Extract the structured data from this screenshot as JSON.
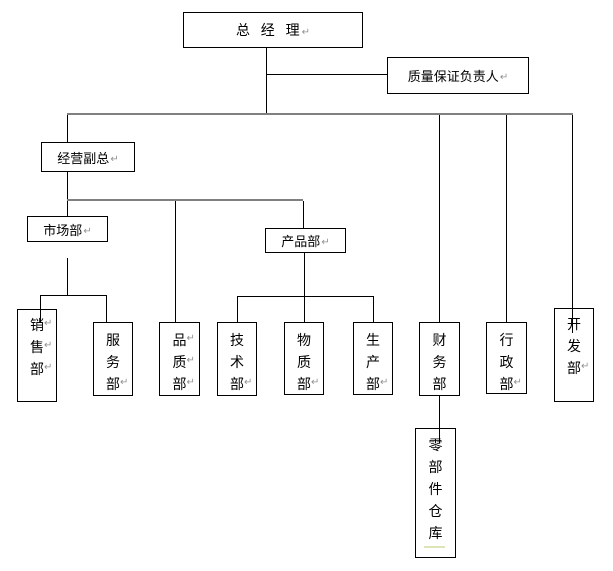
{
  "diagram": {
    "type": "org-chart",
    "language": "zh-CN",
    "colors": {
      "line": "#000000",
      "bus_line": "#808080",
      "box_border": "#000000",
      "text": "#000000",
      "paragraph_mark": "#919191",
      "faint_underline": "#dfe3b8",
      "background": "#ffffff"
    }
  },
  "marks": {
    "pilcrow": "↵"
  },
  "boxes": {
    "general_manager": {
      "label": "总  经  理",
      "mark": "↵"
    },
    "qa_lead": {
      "label": "质量保证负责人",
      "mark": "↵"
    },
    "vp_operations": {
      "label": "经营副总",
      "mark": "↵"
    },
    "marketing": {
      "label": "市场部",
      "mark": "↵"
    },
    "product": {
      "label": "产品部",
      "mark": "↵"
    },
    "sales": {
      "lines": [
        {
          "ch": "销",
          "mark": "↵"
        },
        {
          "ch": "售",
          "mark": "↵"
        },
        {
          "ch": "部",
          "mark": "↵"
        }
      ]
    },
    "service": {
      "lines": [
        {
          "ch": "服",
          "mark": ""
        },
        {
          "ch": "务",
          "mark": ""
        },
        {
          "ch": "部",
          "mark": "↵"
        }
      ]
    },
    "quality": {
      "lines": [
        {
          "ch": "品",
          "mark": "↵"
        },
        {
          "ch": "质",
          "mark": "↵"
        },
        {
          "ch": "部",
          "mark": "↵"
        }
      ]
    },
    "technology": {
      "lines": [
        {
          "ch": "技",
          "mark": ""
        },
        {
          "ch": "术",
          "mark": ""
        },
        {
          "ch": "部",
          "mark": "↵"
        }
      ]
    },
    "materials": {
      "lines": [
        {
          "ch": "物",
          "mark": ""
        },
        {
          "ch": "质",
          "mark": ""
        },
        {
          "ch": "部",
          "mark": "↵"
        }
      ]
    },
    "production": {
      "lines": [
        {
          "ch": "生",
          "mark": ""
        },
        {
          "ch": "产",
          "mark": ""
        },
        {
          "ch": "部",
          "mark": "↵"
        }
      ]
    },
    "finance": {
      "lines": [
        {
          "ch": "财",
          "mark": ""
        },
        {
          "ch": "务",
          "mark": ""
        },
        {
          "ch": "部",
          "mark": ""
        }
      ]
    },
    "administration": {
      "lines": [
        {
          "ch": "行",
          "mark": ""
        },
        {
          "ch": "政",
          "mark": ""
        },
        {
          "ch": "部",
          "mark": "↵"
        }
      ]
    },
    "development": {
      "lines": [
        {
          "ch": "开",
          "mark": ""
        },
        {
          "ch": "发",
          "mark": ""
        },
        {
          "ch": "部",
          "mark": "↵"
        }
      ]
    },
    "parts_warehouse": {
      "lines": [
        {
          "ch": "零",
          "mark": ""
        },
        {
          "ch": "部",
          "mark": ""
        },
        {
          "ch": "件",
          "mark": ""
        },
        {
          "ch": "仓",
          "mark": ""
        },
        {
          "ch": "库",
          "mark": ""
        }
      ]
    }
  },
  "hierarchy": [
    {
      "parent": "总经理",
      "children": [
        "质量保证负责人",
        "经营副总",
        "财务部",
        "行政部",
        "开发部"
      ]
    },
    {
      "parent": "经营副总",
      "children": [
        "市场部",
        "品质部",
        "产品部"
      ]
    },
    {
      "parent": "市场部",
      "children": [
        "销售部",
        "服务部"
      ]
    },
    {
      "parent": "产品部",
      "children": [
        "技术部",
        "物质部",
        "生产部"
      ]
    },
    {
      "parent": "财务部",
      "children": [
        "零部件仓库"
      ]
    }
  ]
}
